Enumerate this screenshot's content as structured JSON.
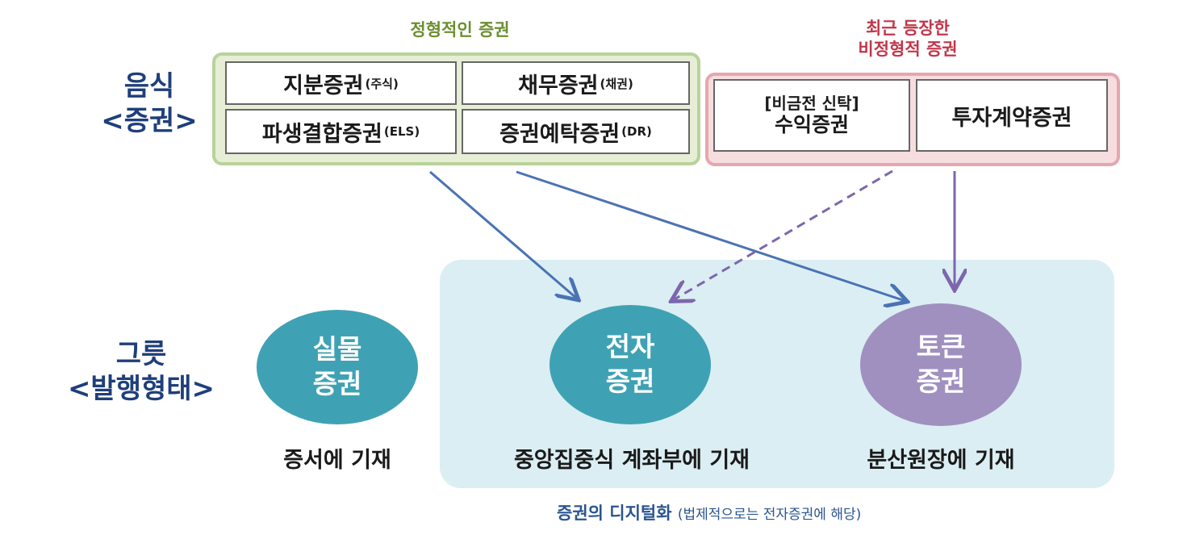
{
  "labels": {
    "content_type": {
      "line1": "음식",
      "line2": "<증권>"
    },
    "issuance_type": {
      "line1": "그릇",
      "line2": "<발행형태>"
    }
  },
  "standard": {
    "title": "정형적인 증권",
    "cells": [
      {
        "main": "지분증권",
        "sub": "(주식)"
      },
      {
        "main": "채무증권",
        "sub": "(채권)"
      },
      {
        "main": "파생결합증권",
        "sub": "(ELS)"
      },
      {
        "main": "증권예탁증권",
        "sub": "(DR)"
      }
    ]
  },
  "atypical": {
    "title_line1": "최근 등장한",
    "title_line2": "비정형적 증권",
    "cells": [
      {
        "line1": "[비금전 신탁]",
        "line2": "수익증권"
      },
      {
        "main": "투자계약증권"
      }
    ]
  },
  "circles": [
    {
      "line1": "실물",
      "line2": "증권",
      "caption": "증서에 기재",
      "color": "#3fa2b4"
    },
    {
      "line1": "전자",
      "line2": "증권",
      "caption": "중앙집중식 계좌부에 기재",
      "color": "#3fa2b4"
    },
    {
      "line1": "토큰",
      "line2": "증권",
      "caption": "분산원장에 기재",
      "color": "#a090bf"
    }
  ],
  "footnote": {
    "main": "증권의 디지털화",
    "note": "(법제적으로는 전자증권에 해당)"
  },
  "colors": {
    "blue_arrow": "#4a73b5",
    "purple_arrow": "#7d66ad",
    "green_panel_bg": "#e6eed6",
    "pink_panel_bg": "#f5dde0",
    "digital_panel_bg": "#dbeef3",
    "label_blue": "#1f3f7a",
    "standard_title_color": "#6b8f2e",
    "atypical_title_color": "#c2364a"
  }
}
